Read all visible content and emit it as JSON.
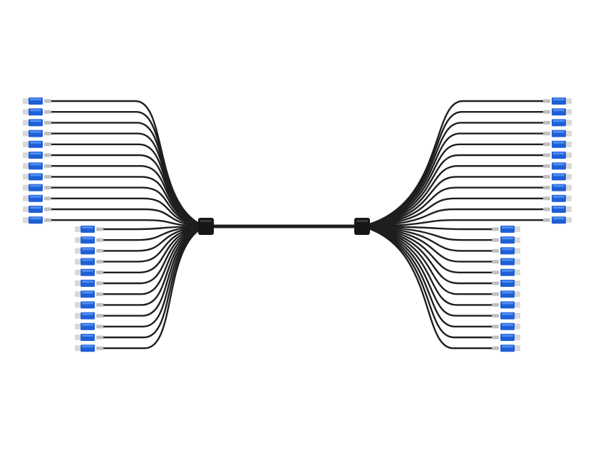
{
  "image": {
    "subject": "fiber-optic-breakout-cable-assembly",
    "background_color": "#ffffff"
  },
  "cable": {
    "jacket_color": "#1e1e1e",
    "boot_color": "#2a2a2a",
    "furcation_color": "#161616"
  },
  "connectors": {
    "type_icon": "duplex-lc-connector-icon",
    "housing_color": "#1f5fd6",
    "housing_highlight": "#4f8ef2",
    "ferrule_color": "#d8d8d8",
    "per_side_upper": 12,
    "per_side_lower": 12
  }
}
